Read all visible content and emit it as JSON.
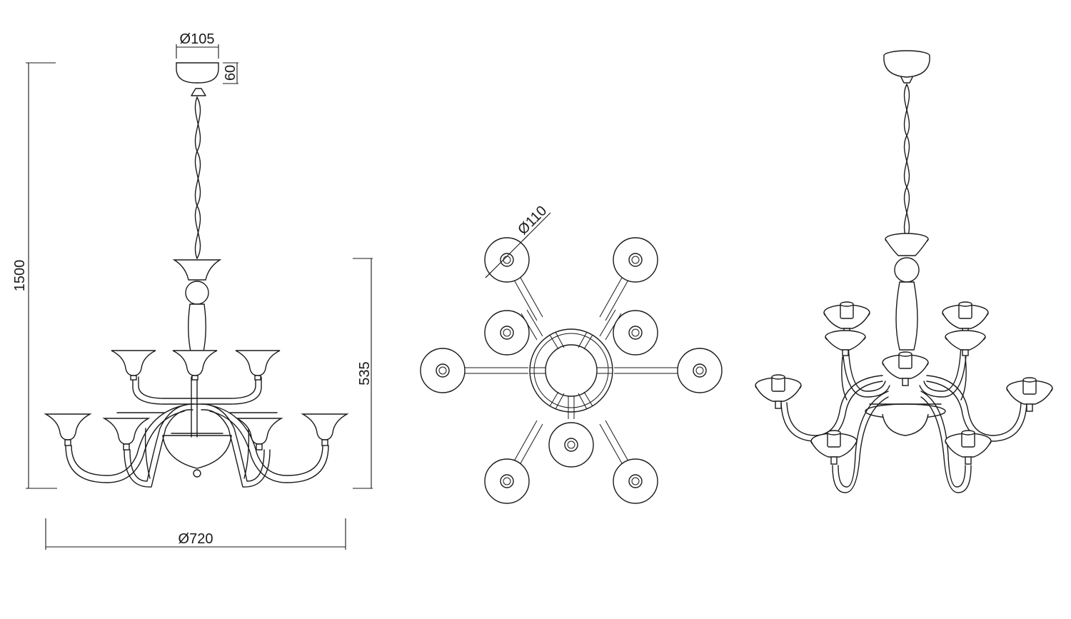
{
  "drawing": {
    "dimensions": {
      "total_height": "1500",
      "canopy_diameter": "Ø105",
      "canopy_height": "60",
      "body_height": "535",
      "overall_diameter": "Ø720",
      "cup_diameter": "Ø110"
    }
  }
}
